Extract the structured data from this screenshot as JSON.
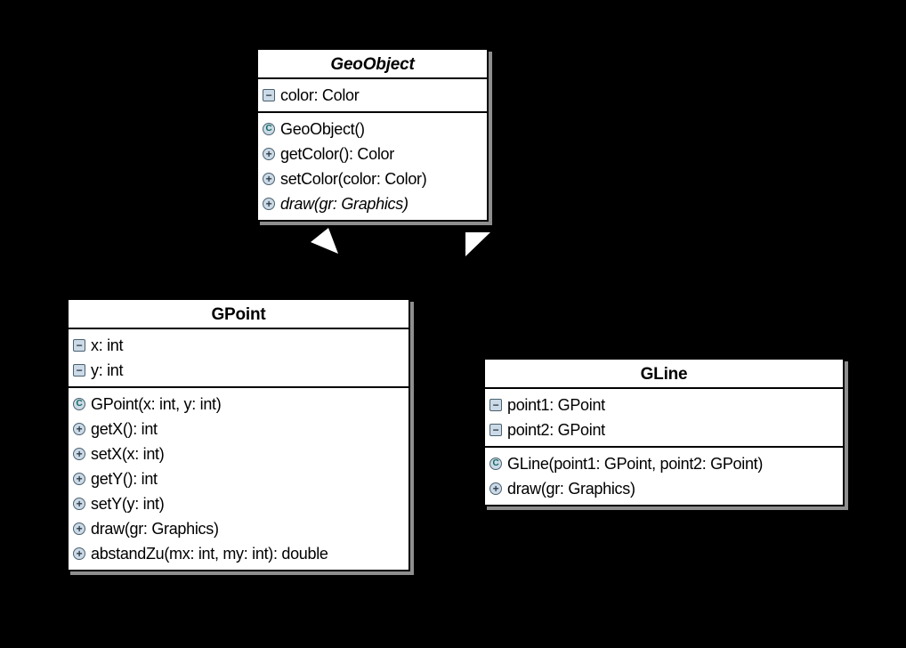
{
  "diagram": {
    "kind": "uml-class-diagram",
    "background_color": "#000000",
    "class_header_color": "#ff00ff",
    "shadow_color": "#8e8e8e",
    "icon_glyphs": {
      "private": "−",
      "public": "+",
      "constructor": "C"
    }
  },
  "classes": [
    {
      "name": "GeoObject",
      "abstract": true,
      "attributes": [
        {
          "visibility": "private",
          "text": "color: Color"
        }
      ],
      "methods": [
        {
          "kind": "constructor",
          "text": "GeoObject()"
        },
        {
          "kind": "public",
          "text": "getColor(): Color"
        },
        {
          "kind": "public",
          "text": "setColor(color: Color)"
        },
        {
          "kind": "public",
          "abstract": true,
          "text": "draw(gr: Graphics)"
        }
      ]
    },
    {
      "name": "GPoint",
      "abstract": false,
      "attributes": [
        {
          "visibility": "private",
          "text": "x: int"
        },
        {
          "visibility": "private",
          "text": "y: int"
        }
      ],
      "methods": [
        {
          "kind": "constructor",
          "text": "GPoint(x: int, y: int)"
        },
        {
          "kind": "public",
          "text": "getX(): int"
        },
        {
          "kind": "public",
          "text": "setX(x: int)"
        },
        {
          "kind": "public",
          "text": "getY(): int"
        },
        {
          "kind": "public",
          "text": "setY(y: int)"
        },
        {
          "kind": "public",
          "text": "draw(gr: Graphics)"
        },
        {
          "kind": "public",
          "text": "abstandZu(mx: int, my: int): double"
        }
      ]
    },
    {
      "name": "GLine",
      "abstract": false,
      "attributes": [
        {
          "visibility": "private",
          "text": "point1: GPoint"
        },
        {
          "visibility": "private",
          "text": "point2: GPoint"
        }
      ],
      "methods": [
        {
          "kind": "constructor",
          "text": "GLine(point1: GPoint, point2: GPoint)"
        },
        {
          "kind": "public",
          "text": "draw(gr: Graphics)"
        }
      ]
    }
  ],
  "relations": [
    {
      "type": "inheritance",
      "from": "GPoint",
      "to": "GeoObject"
    },
    {
      "type": "inheritance",
      "from": "GLine",
      "to": "GeoObject"
    }
  ]
}
